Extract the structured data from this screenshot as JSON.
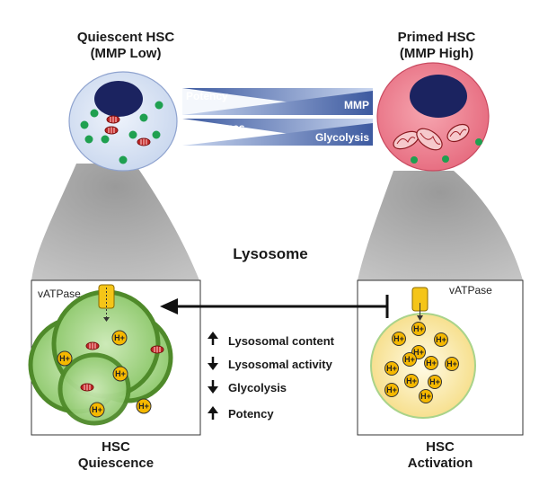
{
  "cells": {
    "quiescent_title_1": "Quiescent HSC",
    "quiescent_title_2": "(MMP Low)",
    "primed_title_1": "Primed HSC",
    "primed_title_2": "(MMP High)"
  },
  "trends": {
    "potency": "Potency",
    "mmp": "MMP",
    "lysosomes": "Lysosomes",
    "glycolysis": "Glycolysis"
  },
  "center_title": "Lysosome",
  "left_panel": {
    "pump_label": "vATPase",
    "caption_1": "HSC",
    "caption_2": "Quiescence"
  },
  "right_panel": {
    "pump_label": "vATPase",
    "caption_1": "HSC",
    "caption_2": "Activation"
  },
  "proton_label": "H+",
  "effects": [
    {
      "direction": "up",
      "text": "Lysosomal content"
    },
    {
      "direction": "down",
      "text": "Lysosomal activity"
    },
    {
      "direction": "down",
      "text": "Glycolysis"
    },
    {
      "direction": "up",
      "text": "Potency"
    }
  ],
  "colors": {
    "quiescent_cell": "#dce6f5",
    "primed_cell": "#f08a98",
    "nucleus": "#1b2360",
    "lysosome_green": "#1fa050",
    "lysosome_panel_fill": "#a9d58a",
    "lysosome_panel_edge": "#4f8a2a",
    "activation_fill": "#fbe7a1",
    "proton": "#f5b800",
    "trend_blue": "#3d5aa0"
  }
}
